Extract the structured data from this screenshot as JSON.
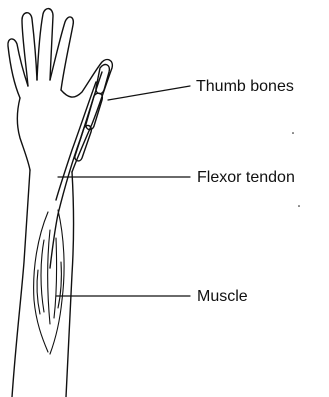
{
  "labels": {
    "thumb_bones": "Thumb bones",
    "flexor_tendon": "Flexor tendon",
    "muscle": "Muscle"
  },
  "colors": {
    "ink": "#111111",
    "background": "#ffffff"
  }
}
